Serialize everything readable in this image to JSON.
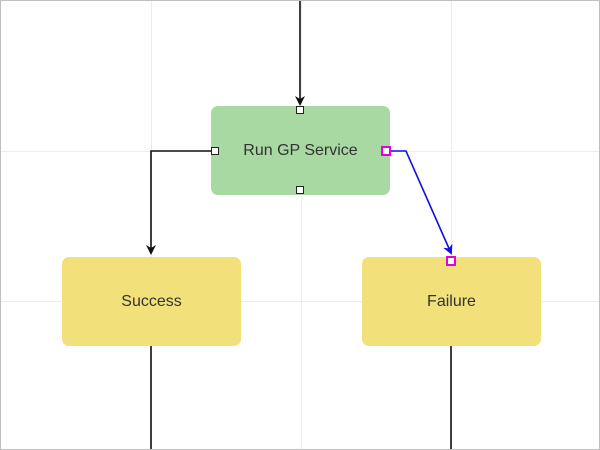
{
  "diagram": {
    "nodes": {
      "run_gp_service": {
        "label": "Run GP Service",
        "color": "#a9d9a2"
      },
      "success": {
        "label": "Success",
        "color": "#f2e07a"
      },
      "failure": {
        "label": "Failure",
        "color": "#f2e07a"
      }
    },
    "connector_colors": {
      "default": "#111111",
      "selected": "#1010e0",
      "active_port": "#e000e0"
    }
  }
}
